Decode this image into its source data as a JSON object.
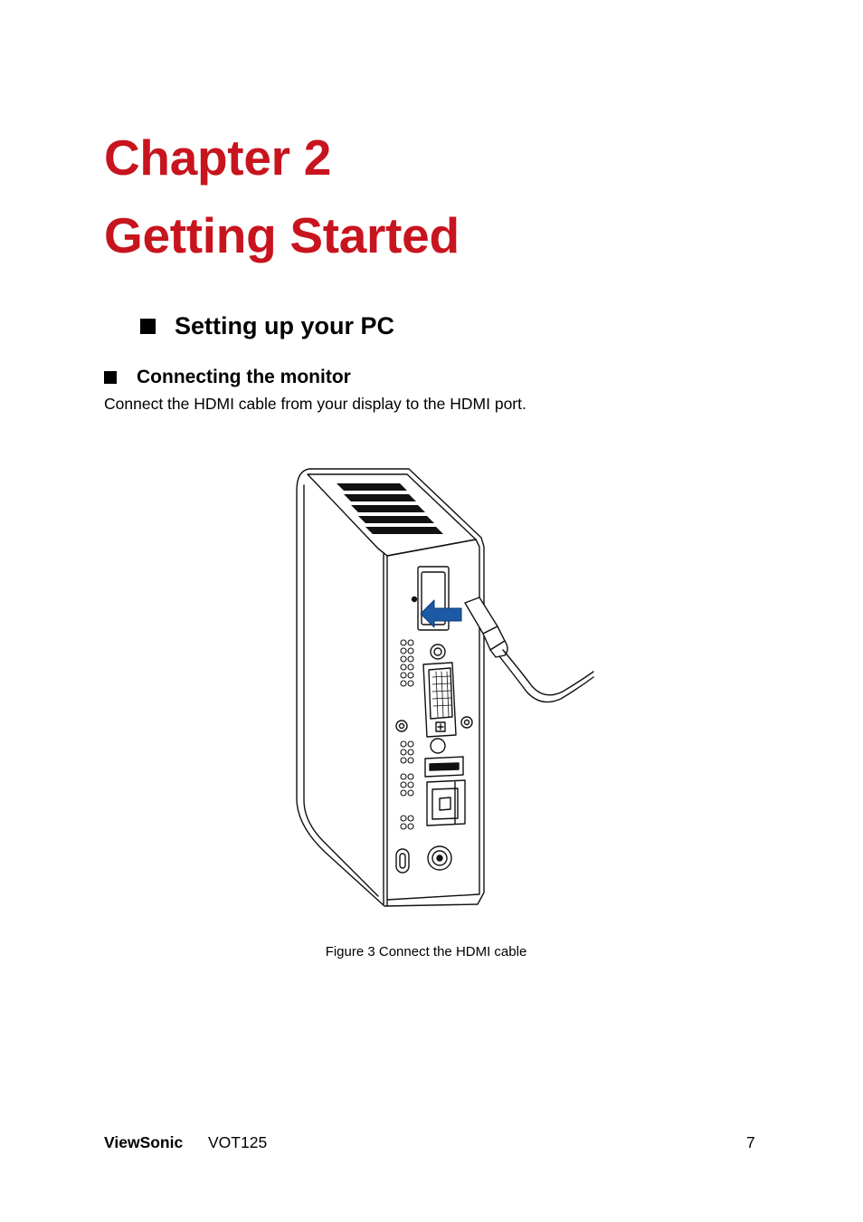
{
  "chapter": {
    "number": "Chapter 2",
    "title": "Getting Started"
  },
  "section": {
    "heading": "Setting up your PC",
    "subheading": "Connecting the monitor",
    "paragraph": "Connect the HDMI cable from your display to the HDMI port."
  },
  "figure": {
    "caption": "Figure 3 Connect the HDMI cable",
    "arrow_color": "#1d5aa6"
  },
  "footer": {
    "brand": "ViewSonic",
    "model": "VOT125",
    "page": "7"
  },
  "colors": {
    "heading_red": "#c8141e"
  }
}
